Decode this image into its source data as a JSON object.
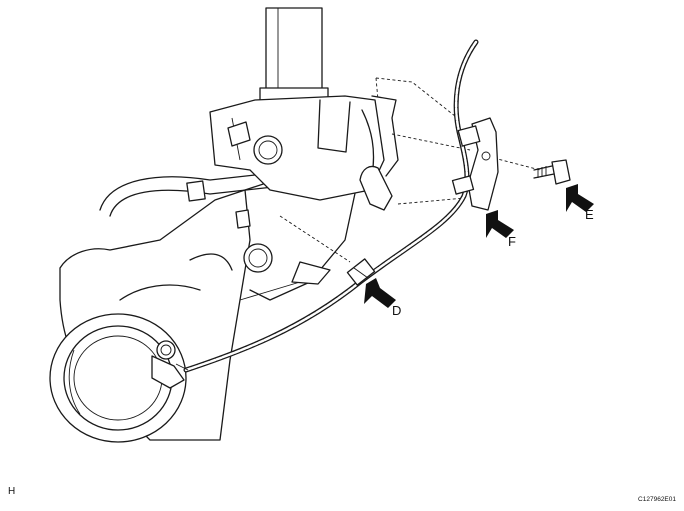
{
  "callouts": {
    "d": "D",
    "e": "E",
    "f": "F"
  },
  "corner_left": "H",
  "figure_code": "C127962E01"
}
